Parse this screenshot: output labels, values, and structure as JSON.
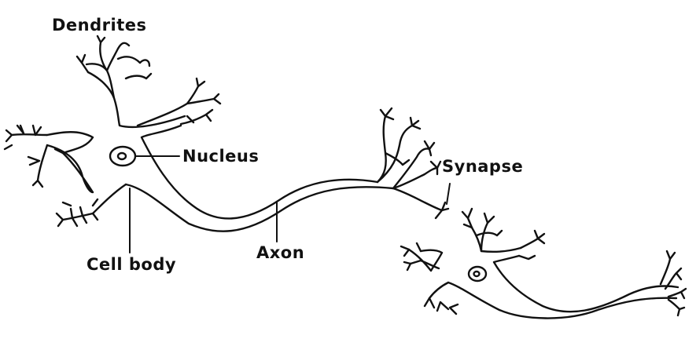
{
  "diagram": {
    "labels": {
      "dendrites": "Dendrites",
      "nucleus": "Nucleus",
      "synapse": "Synapse",
      "cell_body": "Cell body",
      "axon": "Axon"
    }
  },
  "colors": {
    "ink": "#111111",
    "background": "#ffffff"
  }
}
